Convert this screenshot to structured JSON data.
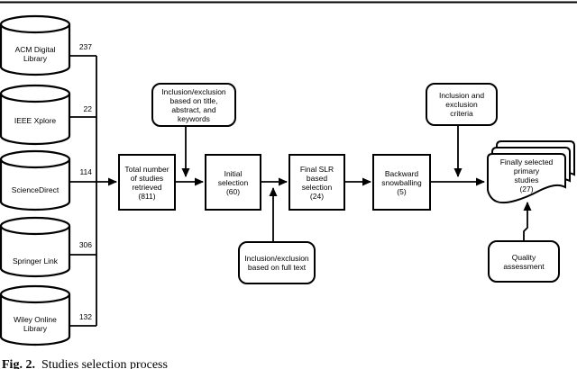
{
  "databases": [
    {
      "label": "ACM Digital\nLibrary",
      "count": "237"
    },
    {
      "label": "IEEE Xplore",
      "count": "22"
    },
    {
      "label": "ScienceDirect",
      "count": "114"
    },
    {
      "label": "Springer Link",
      "count": "306"
    },
    {
      "label": "Wiley Online\nLibrary",
      "count": "132"
    }
  ],
  "process": {
    "total_retrieved": "Total number\nof studies\nretrieved\n(811)",
    "initial_selection": "Initial\nselection\n(60)",
    "final_slr_selection": "Final SLR\nbased\nselection\n(24)",
    "backward_snowballing": "Backward\nsnowballing\n(5)",
    "final_result": "Finally selected\nprimary\nstudies\n(27)"
  },
  "criteria": {
    "title_abstract": "Inclusion/exclusion\nbased on title,\nabstract, and\nkeywords",
    "full_text": "Inclusion/exclusion\nbased on full text",
    "incl_excl": "Inclusion and\nexclusion\ncriteria",
    "quality": "Quality\nassessment"
  },
  "caption": {
    "label": "Fig. 2.",
    "text": "Studies selection process"
  },
  "colors": {
    "stroke": "#000000",
    "background": "#ffffff"
  }
}
